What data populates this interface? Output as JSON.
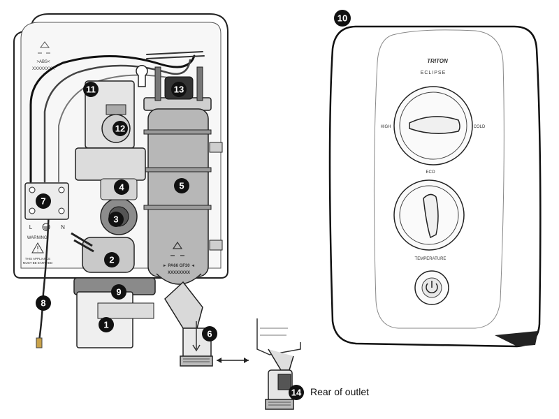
{
  "callouts": [
    {
      "id": "c1",
      "label": "1"
    },
    {
      "id": "c2",
      "label": "2"
    },
    {
      "id": "c3",
      "label": "3"
    },
    {
      "id": "c4",
      "label": "4"
    },
    {
      "id": "c5",
      "label": "5"
    },
    {
      "id": "c6",
      "label": "6"
    },
    {
      "id": "c7",
      "label": "7"
    },
    {
      "id": "c8",
      "label": "8"
    },
    {
      "id": "c9",
      "label": "9"
    },
    {
      "id": "c10",
      "label": "10"
    },
    {
      "id": "c11",
      "label": "11"
    },
    {
      "id": "c12",
      "label": "12"
    },
    {
      "id": "c13",
      "label": "13"
    },
    {
      "id": "c14",
      "label": "14"
    }
  ],
  "rear_outlet_caption": "Rear of outlet",
  "unit_labels": {
    "material_mark": ">ABS<",
    "code_mark": "XXXXXXXX",
    "terminal_l": "L",
    "terminal_n": "N",
    "warning": "WARNING!",
    "warning_note_1": "THIS APPLIANCE",
    "warning_note_2": "MUST BE EARTHED",
    "tank_mark": "► PA66 GF30 ◄",
    "tank_code": "XXXXXXXX"
  },
  "front_panel": {
    "brand": "TRITON",
    "model": "ECLIPSE",
    "high": "HIGH",
    "cold": "COLD",
    "eco": "ECO",
    "temperature": "TEMPERATURE"
  }
}
